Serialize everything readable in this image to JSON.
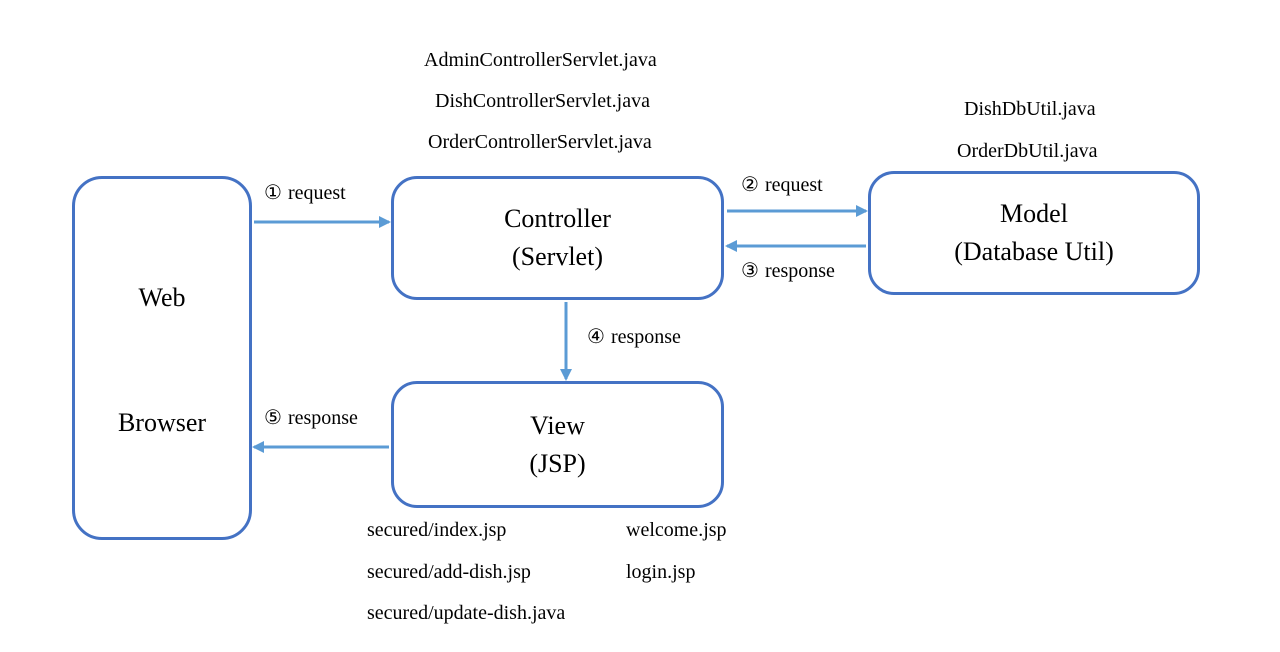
{
  "colors": {
    "box_border": "#4472C4",
    "arrow": "#5B9BD5",
    "text": "#000000"
  },
  "browser": {
    "line1": "Web",
    "line2": "Browser"
  },
  "controller": {
    "line1": "Controller",
    "line2": "(Servlet)"
  },
  "model": {
    "line1": "Model",
    "line2": "(Database Util)"
  },
  "view": {
    "line1": "View",
    "line2": "(JSP)"
  },
  "controller_files": [
    "AdminControllerServlet.java",
    "DishControllerServlet.java",
    "OrderControllerServlet.java"
  ],
  "model_files": [
    "DishDbUtil.java",
    "OrderDbUtil.java"
  ],
  "view_files_left": [
    "secured/index.jsp",
    "secured/add-dish.jsp",
    "secured/update-dish.java"
  ],
  "view_files_right": [
    "welcome.jsp",
    "login.jsp"
  ],
  "flows": [
    {
      "num": "①",
      "text": "request"
    },
    {
      "num": "②",
      "text": "request"
    },
    {
      "num": "③",
      "text": "response"
    },
    {
      "num": "④",
      "text": "response"
    },
    {
      "num": "⑤",
      "text": "response"
    }
  ]
}
